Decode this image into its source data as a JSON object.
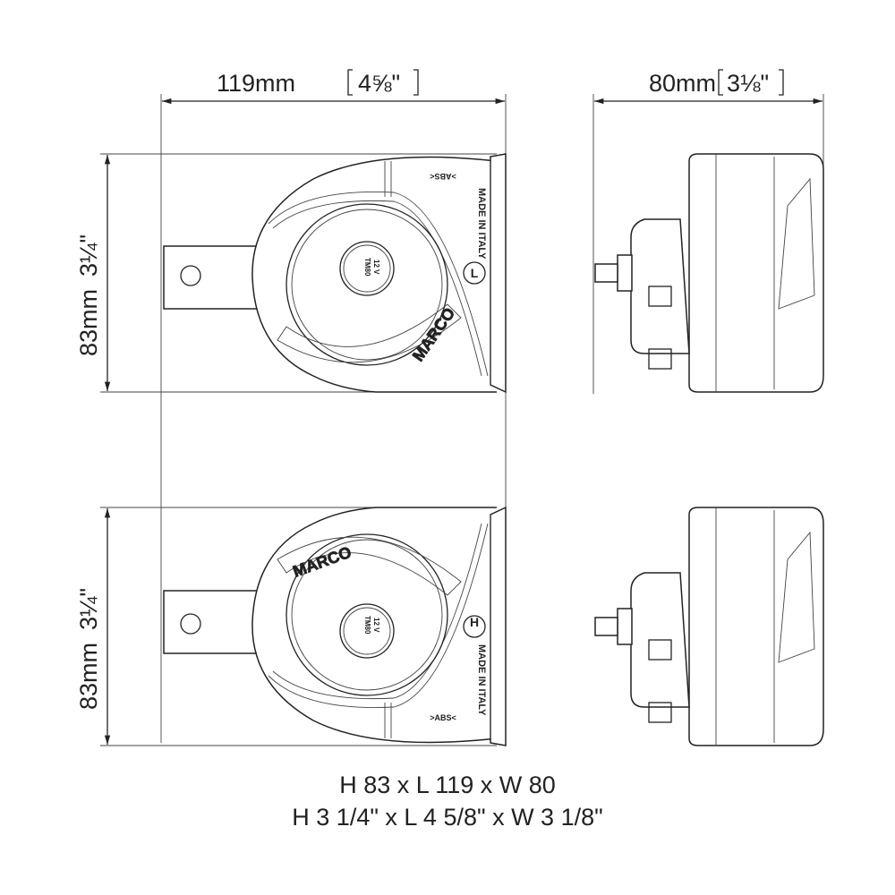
{
  "dimensions": {
    "length_mm": "119mm",
    "length_in": "4⅝\"",
    "width_mm": "80mm",
    "width_in": "3⅛\"",
    "height_mm": "83mm",
    "height_in": "3¼\""
  },
  "horn_labels": {
    "brand": "MARCO",
    "made_in": "MADE IN ITALY",
    "low_tone": "L",
    "high_tone": "H",
    "voltage": "12 V",
    "model": "TM80",
    "material": ">ABS<"
  },
  "summary": {
    "metric": "H 83 x L 119 x W 80",
    "imperial": "H 3 1/4\" x L 4 5/8\" x W 3 1/8\""
  }
}
